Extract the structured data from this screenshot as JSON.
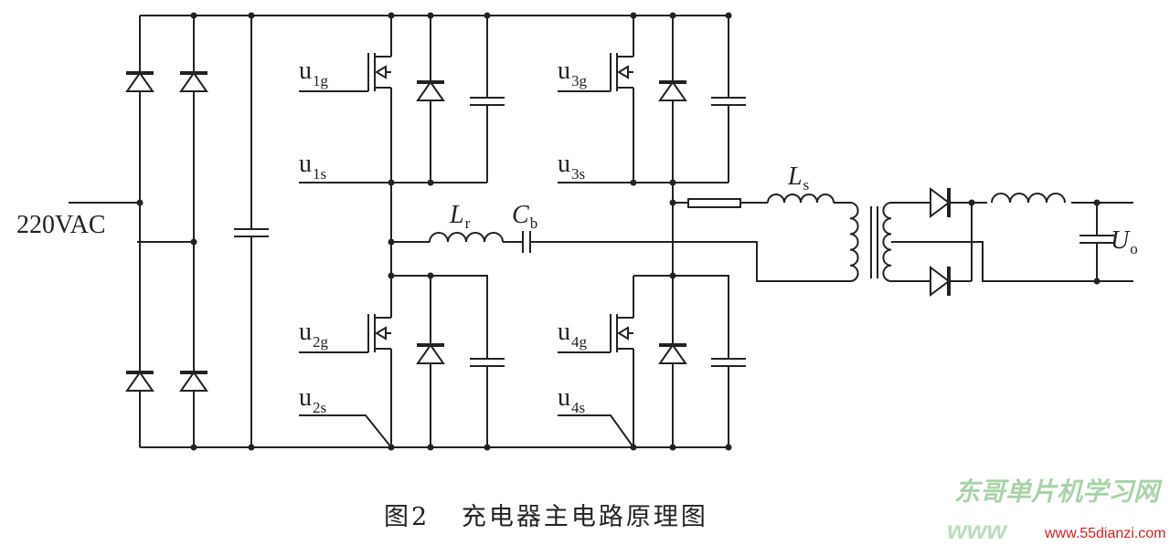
{
  "labels": {
    "ac_input": "220VAC",
    "u1g": {
      "main": "u",
      "sub": "1g"
    },
    "u1s": {
      "main": "u",
      "sub": "1s"
    },
    "u2g": {
      "main": "u",
      "sub": "2g"
    },
    "u2s": {
      "main": "u",
      "sub": "2s"
    },
    "u3g": {
      "main": "u",
      "sub": "3g"
    },
    "u3s": {
      "main": "u",
      "sub": "3s"
    },
    "u4g": {
      "main": "u",
      "sub": "4g"
    },
    "u4s": {
      "main": "u",
      "sub": "4s"
    },
    "Lr": {
      "main": "L",
      "sub": "r"
    },
    "Cb": {
      "main": "C",
      "sub": "b"
    },
    "Ls": {
      "main": "L",
      "sub": "s"
    },
    "Uo": {
      "main": "U",
      "sub": "o"
    }
  },
  "caption": "图2   充电器主电路原理图",
  "watermark": {
    "title": "东哥单片机学习网",
    "prefix": "www",
    "url": "www.55dianzi.com"
  }
}
